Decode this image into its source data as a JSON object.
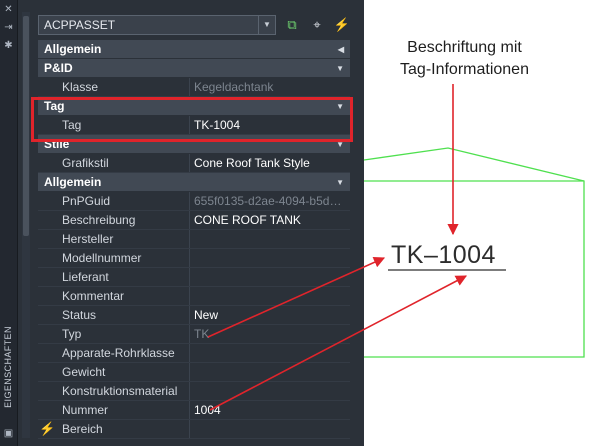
{
  "palette": {
    "title": "EIGENSCHAFTEN",
    "object_type": "ACPPASSET",
    "categories": [
      {
        "label": "Allgemein",
        "state": "collapsed",
        "rows": []
      },
      {
        "label": "P&ID",
        "state": "expanded",
        "rows": [
          {
            "key": "Klasse",
            "value": "Kegeldachtank",
            "muted": true
          }
        ]
      },
      {
        "label": "Tag",
        "state": "expanded",
        "rows": [
          {
            "key": "Tag",
            "value": "TK-1004",
            "muted": false
          }
        ]
      },
      {
        "label": "Stile",
        "state": "expanded",
        "rows": [
          {
            "key": "Grafikstil",
            "value": "Cone Roof Tank Style",
            "muted": false
          }
        ]
      },
      {
        "label": "Allgemein",
        "state": "expanded",
        "rows": [
          {
            "key": "PnPGuid",
            "value": "655f0135-d2ae-4094-b5d…",
            "muted": true
          },
          {
            "key": "Beschreibung",
            "value": "CONE ROOF TANK",
            "muted": false
          },
          {
            "key": "Hersteller",
            "value": "",
            "muted": false
          },
          {
            "key": "Modellnummer",
            "value": "",
            "muted": false
          },
          {
            "key": "Lieferant",
            "value": "",
            "muted": false
          },
          {
            "key": "Kommentar",
            "value": "",
            "muted": false
          },
          {
            "key": "Status",
            "value": "New",
            "muted": false
          },
          {
            "key": "Typ",
            "value": "TK",
            "muted": true
          },
          {
            "key": "Apparate-Rohrklasse",
            "value": "",
            "muted": false
          },
          {
            "key": "Gewicht",
            "value": "",
            "muted": false
          },
          {
            "key": "Konstruktionsmaterial",
            "value": "",
            "muted": false
          },
          {
            "key": "Nummer",
            "value": "1004",
            "muted": false
          },
          {
            "key": "Bereich",
            "value": "",
            "muted": false,
            "icon": "lightning-icon"
          }
        ]
      }
    ],
    "colors": {
      "highlight": "#e0242b",
      "tank_outline": "#4fe04f",
      "arrow": "#e0242b"
    }
  },
  "drawing": {
    "annotation": [
      "Beschriftung mit",
      "Tag-Informationen"
    ],
    "tag_label": "TK–1004"
  }
}
